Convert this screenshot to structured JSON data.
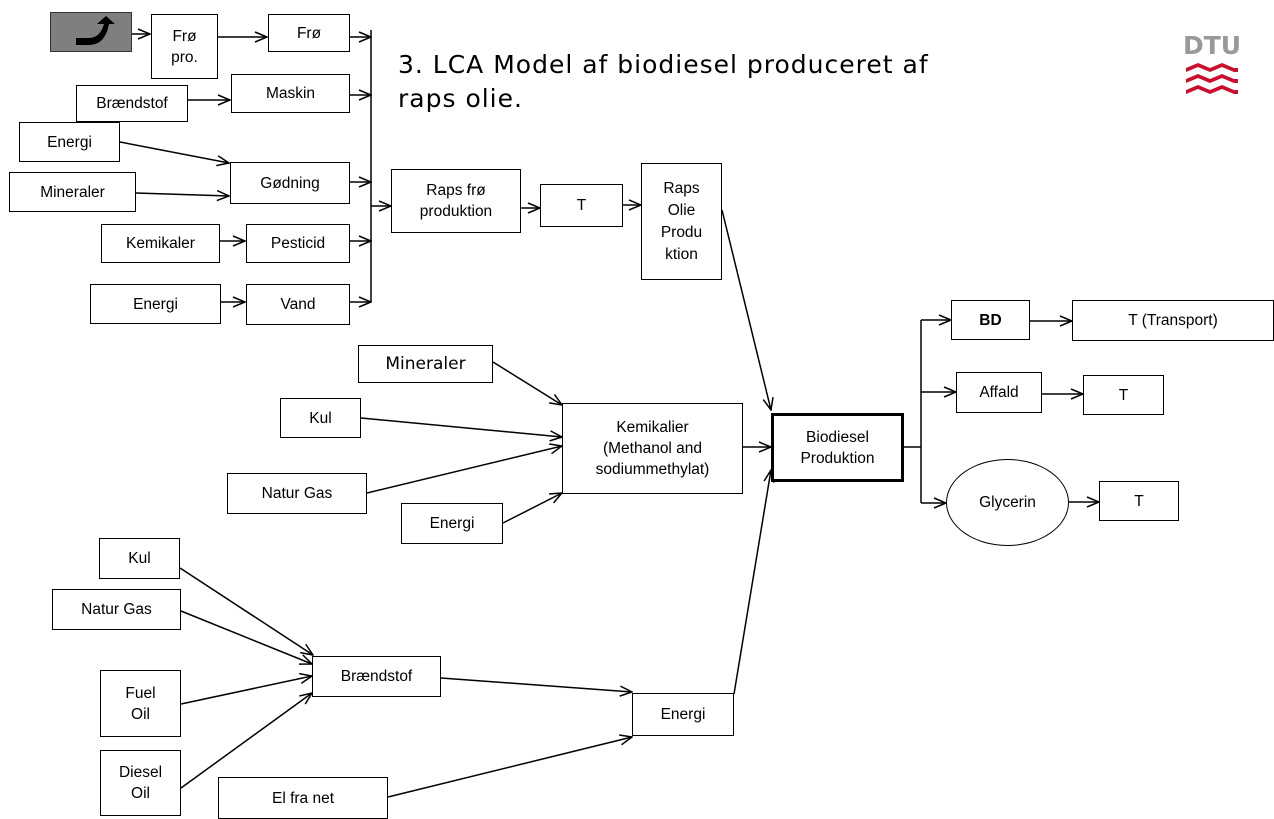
{
  "title": "3. LCA Model af biodiesel produceret af raps olie.",
  "logo": {
    "text": "DTU",
    "color": "#c8102e",
    "text_color": "#99999a",
    "icon": "dtu-logo"
  },
  "return_button": {
    "icon": "return-arrow-icon",
    "color": "#7f7f7f"
  },
  "nodes": [
    {
      "id": "fro_pro",
      "label": "Frø\npro."
    },
    {
      "id": "fro",
      "label": "Frø"
    },
    {
      "id": "maskin",
      "label": "Maskin"
    },
    {
      "id": "braendstof1",
      "label": "Brændstof"
    },
    {
      "id": "energi1",
      "label": "Energi"
    },
    {
      "id": "mineraler1",
      "label": "Mineraler"
    },
    {
      "id": "godning",
      "label": "Gødning"
    },
    {
      "id": "kemikaler",
      "label": "Kemikaler"
    },
    {
      "id": "pesticid",
      "label": "Pesticid"
    },
    {
      "id": "energi2",
      "label": "Energi"
    },
    {
      "id": "vand",
      "label": "Vand"
    },
    {
      "id": "raps_fro",
      "label": "Raps frø\nproduktion"
    },
    {
      "id": "t1",
      "label": "T"
    },
    {
      "id": "raps_olie",
      "label": "Raps\nOlie\nProdu\nktion"
    },
    {
      "id": "mineraler2",
      "label": "Mineraler"
    },
    {
      "id": "kul1",
      "label": "Kul"
    },
    {
      "id": "naturgas1",
      "label": "Natur Gas"
    },
    {
      "id": "energi3",
      "label": "Energi"
    },
    {
      "id": "kemikalier",
      "label": "Kemikalier\n(Methanol and\nsodiummethylat)"
    },
    {
      "id": "biodiesel",
      "label": "Biodiesel\nProduktion"
    },
    {
      "id": "bd",
      "label": "BD"
    },
    {
      "id": "transport",
      "label": "T (Transport)"
    },
    {
      "id": "affald",
      "label": "Affald"
    },
    {
      "id": "t2",
      "label": "T"
    },
    {
      "id": "glycerin",
      "label": "Glycerin"
    },
    {
      "id": "t3",
      "label": "T"
    },
    {
      "id": "kul2",
      "label": "Kul"
    },
    {
      "id": "naturgas2",
      "label": "Natur Gas"
    },
    {
      "id": "fuel_oil",
      "label": "Fuel\nOil"
    },
    {
      "id": "diesel_oil",
      "label": "Diesel\nOil"
    },
    {
      "id": "braendstof2",
      "label": "Brændstof"
    },
    {
      "id": "energi4",
      "label": "Energi"
    },
    {
      "id": "el_fra_net",
      "label": "El fra net"
    }
  ]
}
